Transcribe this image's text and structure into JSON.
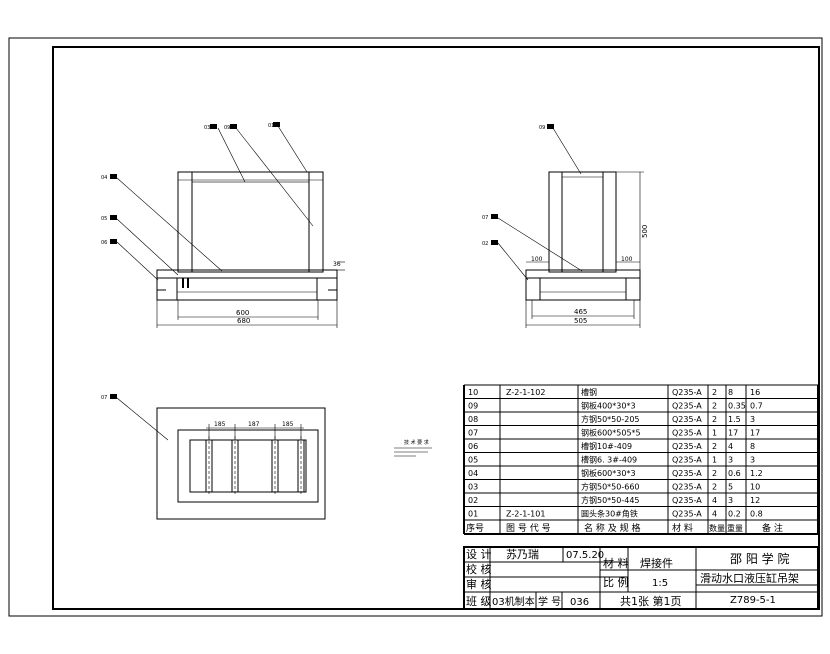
{
  "callouts": {
    "front": [
      "03",
      "09",
      "01",
      "04",
      "05",
      "06"
    ],
    "side": [
      "09",
      "07",
      "02"
    ],
    "plan": [
      "07"
    ]
  },
  "dimensions": {
    "front_inner": "600",
    "front_outer": "680",
    "front_height": "36",
    "side_height": "500",
    "side_left": "100",
    "side_right": "100",
    "side_inner": "465",
    "side_outer": "505",
    "plan_a": "185",
    "plan_b": "187",
    "plan_c": "185"
  },
  "bom": {
    "rows": [
      {
        "no": "10",
        "code": "Z-2-1-102",
        "name": "槽钢",
        "mat": "Q235-A",
        "qty": "2",
        "single": "8",
        "total": "16"
      },
      {
        "no": "09",
        "code": "",
        "name": "钢板400*30*3",
        "mat": "Q235-A",
        "qty": "2",
        "single": "0.35",
        "total": "0.7"
      },
      {
        "no": "08",
        "code": "",
        "name": "方钢50*50-205",
        "mat": "Q235-A",
        "qty": "2",
        "single": "1.5",
        "total": "3"
      },
      {
        "no": "07",
        "code": "",
        "name": "钢板600*505*5",
        "mat": "Q235-A",
        "qty": "1",
        "single": "17",
        "total": "17"
      },
      {
        "no": "06",
        "code": "",
        "name": "槽钢10#-409",
        "mat": "Q235-A",
        "qty": "2",
        "single": "4",
        "total": "8"
      },
      {
        "no": "05",
        "code": "",
        "name": "槽钢6. 3#-409",
        "mat": "Q235-A",
        "qty": "1",
        "single": "3",
        "total": "3"
      },
      {
        "no": "04",
        "code": "",
        "name": "钢板600*30*3",
        "mat": "Q235-A",
        "qty": "2",
        "single": "0.6",
        "total": "1.2"
      },
      {
        "no": "03",
        "code": "",
        "name": "方钢50*50-660",
        "mat": "Q235-A",
        "qty": "2",
        "single": "5",
        "total": "10"
      },
      {
        "no": "02",
        "code": "",
        "name": "方钢50*50-445",
        "mat": "Q235-A",
        "qty": "4",
        "single": "3",
        "total": "12"
      },
      {
        "no": "01",
        "code": "Z-2-1-101",
        "name": "圆头条30#角铁",
        "mat": "Q235-A",
        "qty": "4",
        "single": "0.2",
        "total": "0.8"
      }
    ],
    "header": {
      "no": "序号",
      "code": "图 号 代 号",
      "name": "名 称 及 规 格",
      "mat": "材 料",
      "qty": "数量",
      "weight": "重量",
      "note": "备  注"
    }
  },
  "title_block": {
    "design_label": "设 计",
    "designer": "苏乃瑞",
    "date": "07.5.20",
    "check_label": "校 核",
    "review_label": "审 核",
    "class_label": "班 级",
    "class_value": "03机制本",
    "student_label": "学 号",
    "student_no": "036",
    "material_label": "材 料",
    "material_value": "焊接件",
    "scale_label": "比 例",
    "scale_value": "1:5",
    "school": "邵 阳 学 院",
    "drawing_title": "滑动水口液压缸吊架",
    "sheets": "共1张 第1页",
    "drawing_no": "Z789-5-1"
  },
  "tech_notes_title": "技 术 要 求"
}
